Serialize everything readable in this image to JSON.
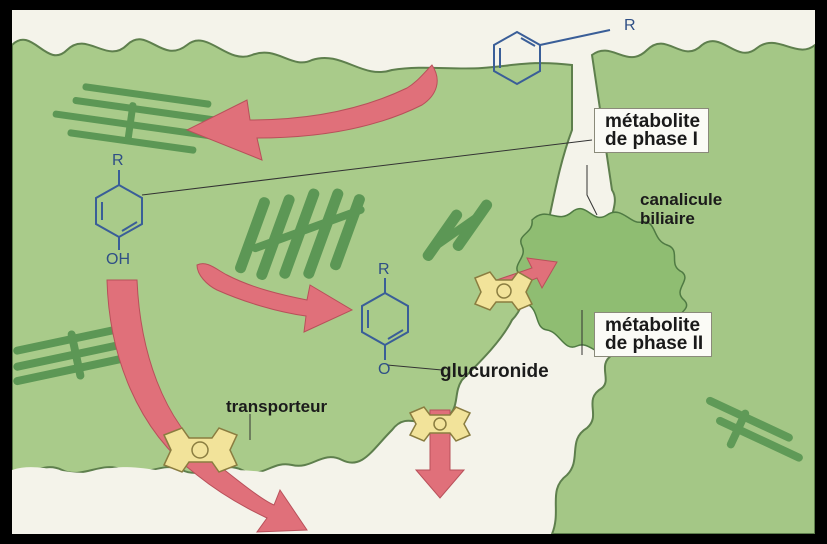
{
  "labels": {
    "metabolite_phase1_line1": "métabolite",
    "metabolite_phase1_line2": "de phase I",
    "metabolite_phase2_line1": "métabolite",
    "metabolite_phase2_line2": "de phase II",
    "canalicule_line1": "canalicule",
    "canalicule_line2": "biliaire",
    "glucuronide": "glucuronide",
    "transporteur": "transporteur"
  },
  "chem": {
    "top_substituent": "R",
    "phase1_substituent": "R",
    "phase1_group": "OH",
    "phase2_substituent": "R",
    "phase2_group": "O"
  },
  "colors": {
    "cell_green": "#a9cb8a",
    "canal_green": "#8fbd72",
    "arrow_red": "#e0707a",
    "er_green": "#4f8f4c",
    "molecule_blue": "#3a5e98",
    "transporter_yellow": "#f2e39a"
  }
}
